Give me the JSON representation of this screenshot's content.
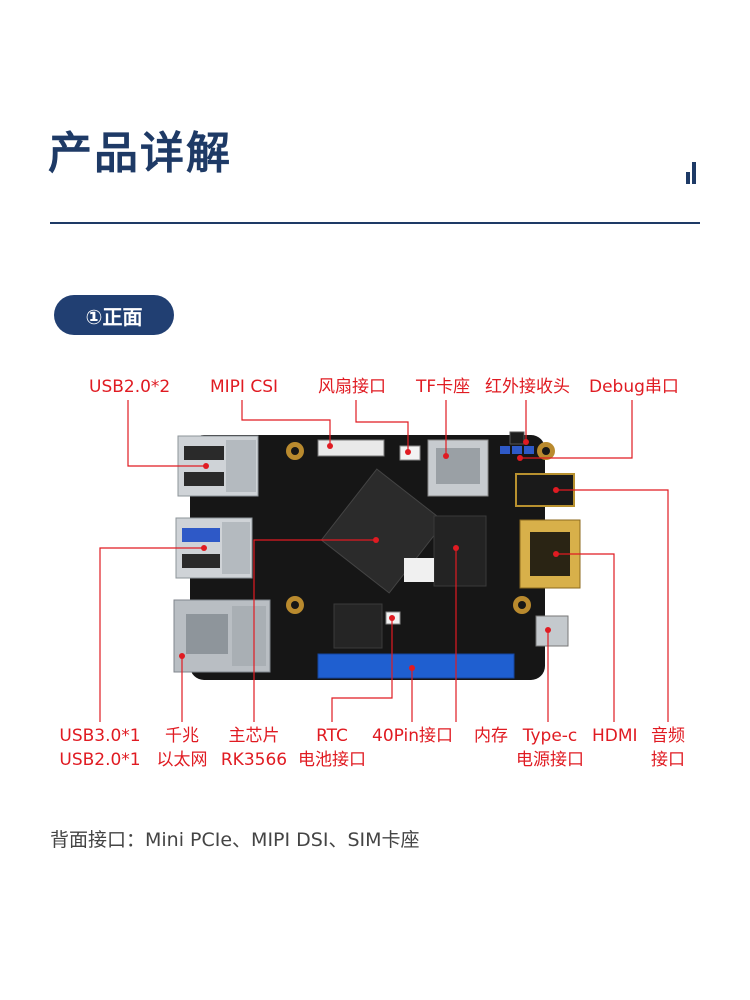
{
  "header": {
    "title": "产品详解"
  },
  "section": {
    "label": "①正面"
  },
  "labels": {
    "usb20x2": "USB2.0*2",
    "mipi_csi": "MIPI CSI",
    "fan": "风扇接口",
    "tf": "TF卡座",
    "ir": "红外接收头",
    "debug": "Debug串口",
    "usb30_1": "USB3.0*1",
    "usb20_1": "USB2.0*1",
    "gbe_1": "千兆",
    "gbe_2": "以太网",
    "soc_1": "主芯片",
    "soc_2": "RK3566",
    "rtc_1": "RTC",
    "rtc_2": "电池接口",
    "gpio40": "40Pin接口",
    "ram": "内存",
    "typec_1": "Type-c",
    "typec_2": "电源接口",
    "hdmi": "HDMI",
    "audio_1": "音频",
    "audio_2": "接口"
  },
  "footer": {
    "note": "背面接口：Mini PCIe、MIPI DSI、SIM卡座"
  },
  "colors": {
    "brand": "#1e3a66",
    "label": "#e01b22",
    "pcb": "#161616",
    "header_pins": "#1f5fd0"
  }
}
